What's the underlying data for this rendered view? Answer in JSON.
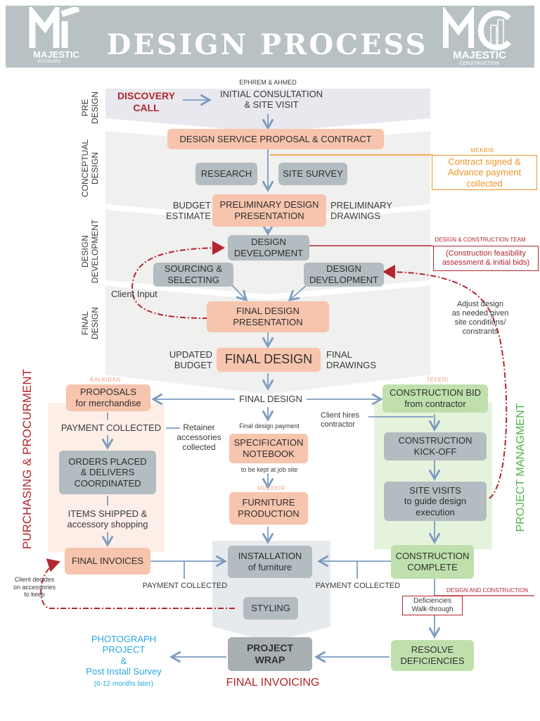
{
  "header": {
    "title": "DESIGN PROCESS",
    "left_logo_text": "MAJESTIC",
    "left_logo_sub": "INTERIORS",
    "right_logo_text": "MAJESTIC",
    "right_logo_sub": "CONSTRUCTION"
  },
  "phases": {
    "pre_design": "PRE\nDESIGN",
    "conceptual": "CONCEPTUAL\nDESIGN",
    "development": "DESIGN\nDEVELOPMENT",
    "final": "FINAL\nDESIGN"
  },
  "flow": {
    "discovery_call": "DISCOVERY\nCALL",
    "ephrem": "EPHREM & AHMED",
    "initial_consultation": "INITIAL CONSULTATION\n& SITE VISIT",
    "proposal_contract": "DESIGN SERVICE PROPOSAL & CONTRACT",
    "research": "RESEARCH",
    "site_survey": "SITE SURVEY",
    "budget_estimate": "BUDGET\nESTIMATE",
    "prelim_presentation": "PRELIMINARY DESIGN\nPRESENTATION",
    "prelim_drawings": "PRELIMINARY\nDRAWINGS",
    "design_development": "DESIGN\nDEVELOPMENT",
    "sourcing": "SOURCING &\nSELECTING",
    "design_development_2": "DESIGN\nDEVELOPMENT",
    "client_input": "Client Input",
    "final_presentation": "FINAL DESIGN\nPRESENTATION",
    "updated_budget": "UPDATED\nBUDGET",
    "final_design": "FINAL DESIGN",
    "final_drawings": "FINAL\nDRAWINGS",
    "final_design_center": "FINAL DESIGN"
  },
  "side_notes": {
    "mekbib": "MEKBIB",
    "contract_signed": "Contract signed &\nAdvance payment\ncollected",
    "design_construction_team": "DESIGN & CONSTRUCTION TEAM",
    "feasibility": "(Construction feasibility\nassessment & initial bids)",
    "adjust_design": "Adjust design\nas needed given\nsite conditions/\nconstrants"
  },
  "purchasing": {
    "side_title": "PURCHASING & PROCURMENT",
    "kalkidan": "KALKIDAN",
    "proposals": "PROPOSALS\nfor merchandise",
    "payment_collected": "PAYMENT COLLECTED",
    "retainer": "Retainer\naccessories\ncollected",
    "orders_placed": "ORDERS PLACED\n& DELIVERS\nCOORDINATED",
    "items_shipped": "ITEMS SHIPPED &\naccessory shopping",
    "final_invoices": "FINAL INVOICES",
    "client_decides": "Client decides\non accessories\nto keep",
    "payment_collected_2": "PAYMENT COLLECTED"
  },
  "center": {
    "final_design_payment": "Final design payment",
    "spec_notebook": "SPECIFICATION\nNOTEBOOK",
    "kept_at_job": "to be kept at job site",
    "muzekir": "MUZEKIR",
    "furniture_production": "FURNITURE\nPRODUCTION",
    "installation": "INSTALLATION\nof furniture",
    "styling": "STYLING",
    "project_wrap": "PROJECT\nWRAP",
    "final_invoicing": "FINAL INVOICING",
    "photograph": "PHOTOGRAPH\nPROJECT\n&\nPost Install Survey",
    "photograph_sub": "(6-12 months later)"
  },
  "construction": {
    "side_title": "PROJECT MANAGMENT",
    "teferi": "TEFERI",
    "bid": "CONSTRUCTION BID\nfrom contractor",
    "client_hires": "Client hires\ncontractor",
    "kickoff": "CONSTRUCTION\nKICK-OFF",
    "site_visits": "SITE VISITS\nto guide design\nexecution",
    "complete": "CONSTRUCTION\nCOMPLETE",
    "payment_collected": "PAYMENT COLLECTED",
    "design_and_construction": "DESIGN AND CONSTRUCTION",
    "deficiencies_walk": "Deficiencies\nWalk-through",
    "resolve": "RESOLVE\nDEFICIENCIES"
  },
  "colors": {
    "header_bg": "#b8c1c4",
    "salmon": "#f7c4ad",
    "grey": "#b3bcc0",
    "green": "#bfe0ad",
    "red": "#b3262e",
    "orange": "#f0962b",
    "blue": "#29a9df",
    "arrow": "#7c9cc0"
  }
}
